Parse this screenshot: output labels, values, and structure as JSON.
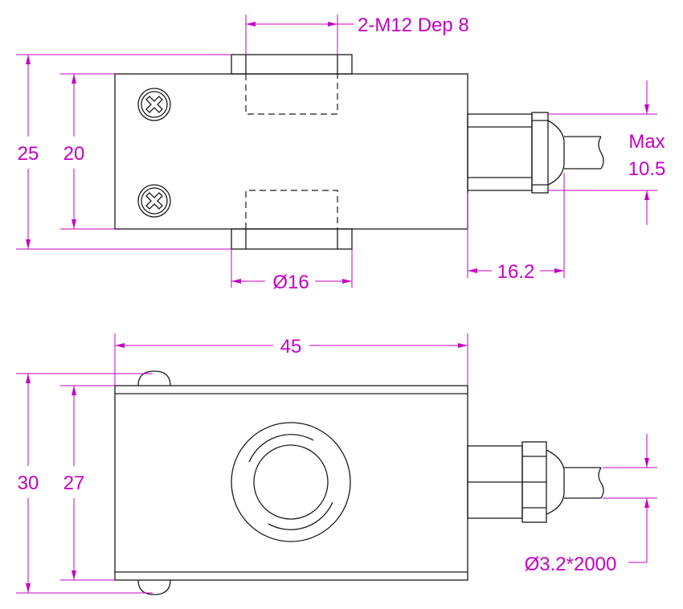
{
  "colors": {
    "dimension": "#c400c4",
    "outline": "#1a1a1a"
  },
  "top_view": {
    "thread_label": "2-M12 Dep 8",
    "height_outer": "25",
    "height_inner": "20",
    "cable_max_label": "Max",
    "cable_max_value": "10.5",
    "boss_diameter": "Ø16",
    "connector_length": "16.2"
  },
  "side_view": {
    "length": "45",
    "height_outer": "30",
    "height_inner": "27",
    "cable_spec": "Ø3.2*2000"
  }
}
